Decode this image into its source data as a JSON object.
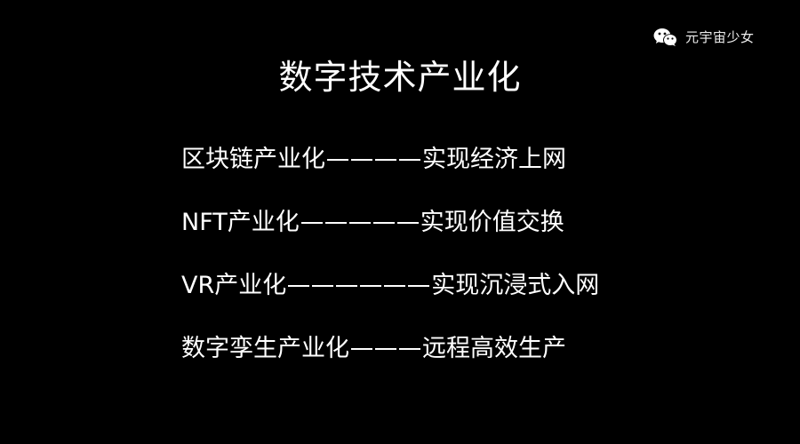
{
  "watermark": {
    "icon": "wechat-icon",
    "text": "元宇宙少女"
  },
  "title": "数字技术产业化",
  "lines": [
    {
      "left": "区块链产业化",
      "dash_count": 4,
      "separator": "————",
      "right": "实现经济上网"
    },
    {
      "left": "NFT产业化",
      "dash_count": 5,
      "separator": "—————",
      "right": "实现价值交换"
    },
    {
      "left": "VR产业化",
      "dash_count": 6,
      "separator": "——————",
      "right": "实现沉浸式入网"
    },
    {
      "left": "数字孪生产业化",
      "dash_count": 3,
      "separator": "———",
      "right": "远程高效生产"
    }
  ],
  "colors": {
    "background": "#000000",
    "text": "#ffffff"
  }
}
